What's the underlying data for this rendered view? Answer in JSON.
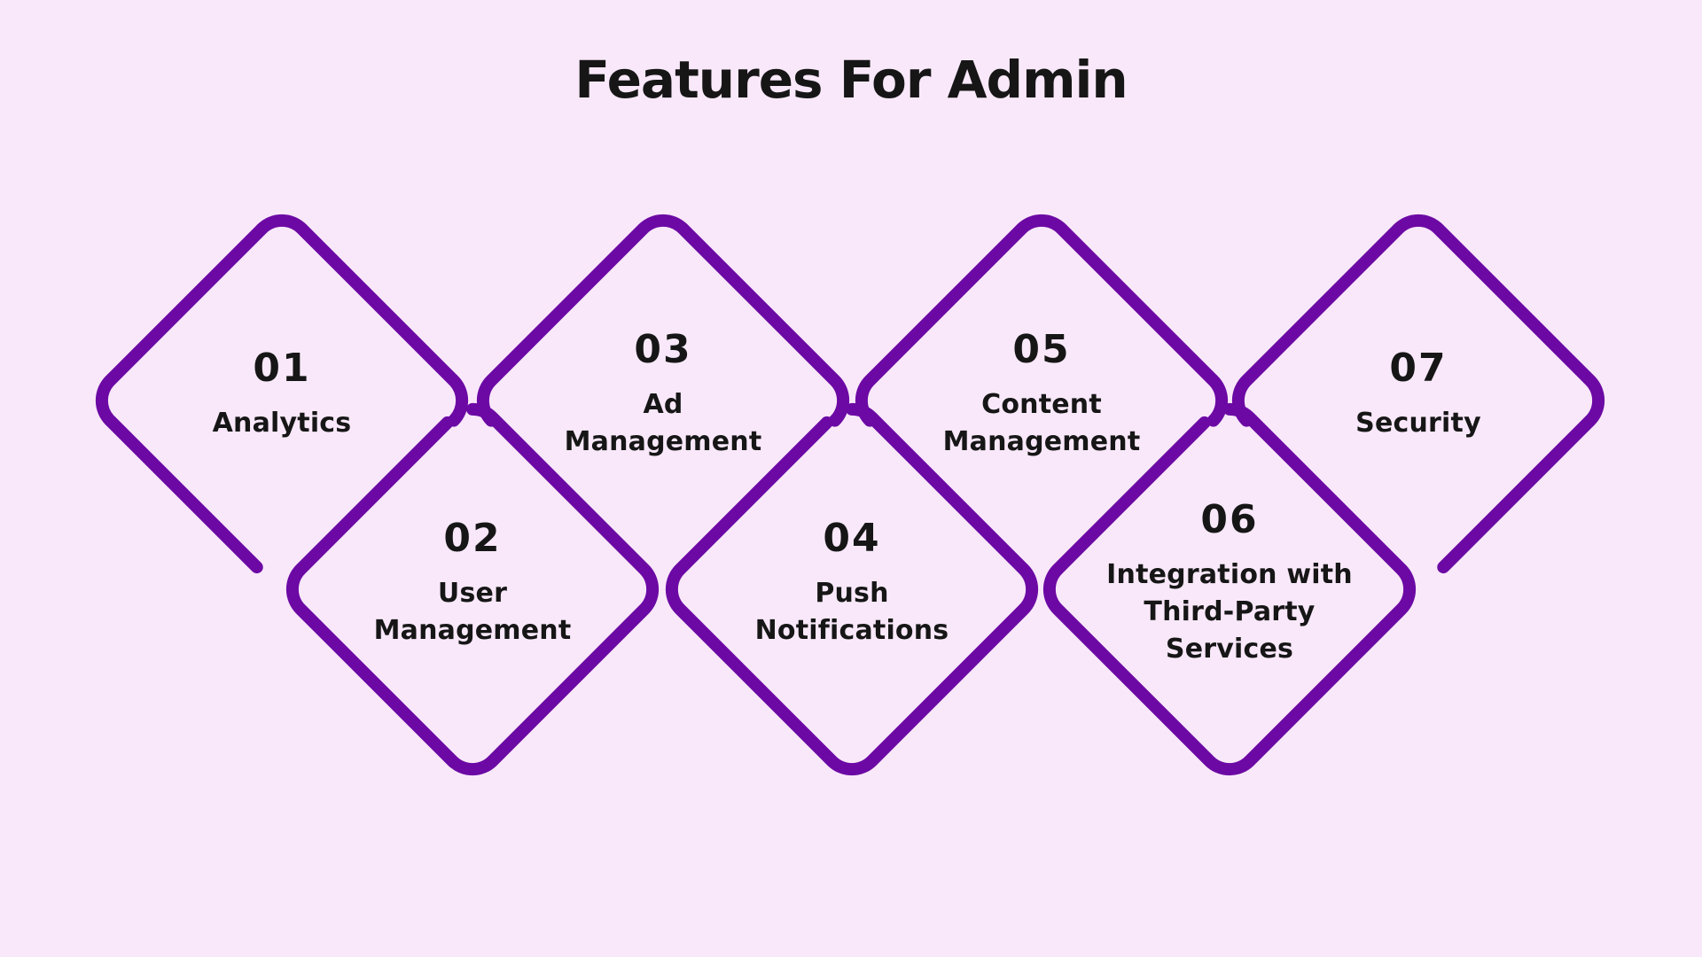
{
  "title": "Features For Admin",
  "items": [
    {
      "number": "01",
      "label": "Analytics"
    },
    {
      "number": "02",
      "label": "User\nManagement"
    },
    {
      "number": "03",
      "label": "Ad\nManagement"
    },
    {
      "number": "04",
      "label": "Push\nNotifications"
    },
    {
      "number": "05",
      "label": "Content\nManagement"
    },
    {
      "number": "06",
      "label": "Integration with\nThird-Party\nServices"
    },
    {
      "number": "07",
      "label": "Security"
    }
  ],
  "colors": {
    "background": "#F8E8F9",
    "accent": "#6C09A4",
    "text": "#161616"
  }
}
